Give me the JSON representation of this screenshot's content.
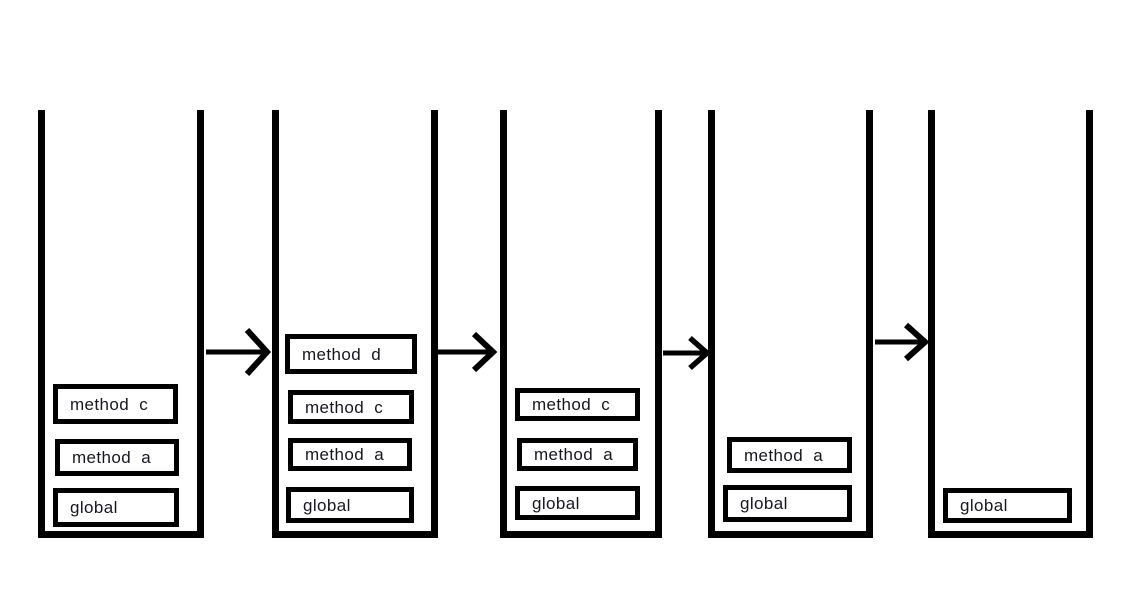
{
  "diagram": {
    "description": "Call stack evolution diagram showing frames pushed and popped across five snapshots",
    "colors": {
      "stroke": "#000000",
      "background": "#ffffff",
      "text": "#17171f"
    },
    "icons": {
      "transition": "right-arrow"
    },
    "stacks": [
      {
        "name": "stack-snapshot-1",
        "frames": [
          "method c",
          "method a",
          "global"
        ]
      },
      {
        "name": "stack-snapshot-2",
        "frames": [
          "method d",
          "method c",
          "method a",
          "global"
        ]
      },
      {
        "name": "stack-snapshot-3",
        "frames": [
          "method c",
          "method a",
          "global"
        ]
      },
      {
        "name": "stack-snapshot-4",
        "frames": [
          "method a",
          "global"
        ]
      },
      {
        "name": "stack-snapshot-5",
        "frames": [
          "global"
        ]
      }
    ]
  }
}
